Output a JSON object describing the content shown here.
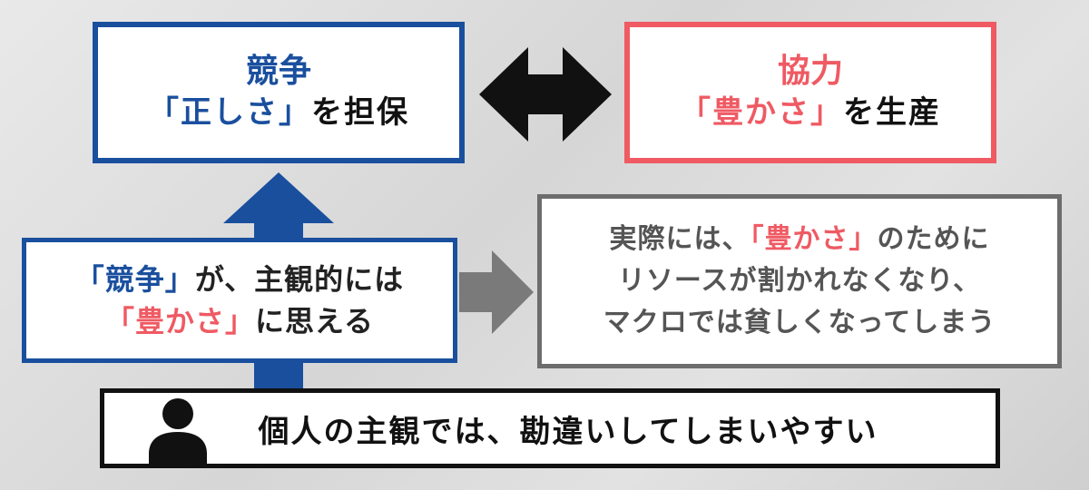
{
  "competition": {
    "title": "競争",
    "open_bracket": "「",
    "keyword": "正しさ",
    "close_bracket": "」",
    "rest": "を担保"
  },
  "cooperation": {
    "title": "協力",
    "open_bracket": "「",
    "keyword": "豊かさ",
    "close_bracket": "」",
    "rest": "を生産"
  },
  "subjective": {
    "line1": {
      "quoted": "「競争」",
      "rest": "が、主観的には"
    },
    "line2": {
      "quoted": "「豊かさ」",
      "rest": "に思える"
    }
  },
  "reality": {
    "line1_before": "実際には、",
    "line1_quoted": "「豊かさ」",
    "line1_after": "のために",
    "line2": "リソースが割かれなくなり、",
    "line3": "マクロでは貧しくなってしまう"
  },
  "bottom": {
    "text": "個人の主観では、勘違いしてしまいやすい",
    "icon": "person-icon"
  },
  "colors": {
    "blue": "#1a4f9e",
    "red": "#ef5a63",
    "gray": "#6d6d6d",
    "black": "#111111"
  }
}
